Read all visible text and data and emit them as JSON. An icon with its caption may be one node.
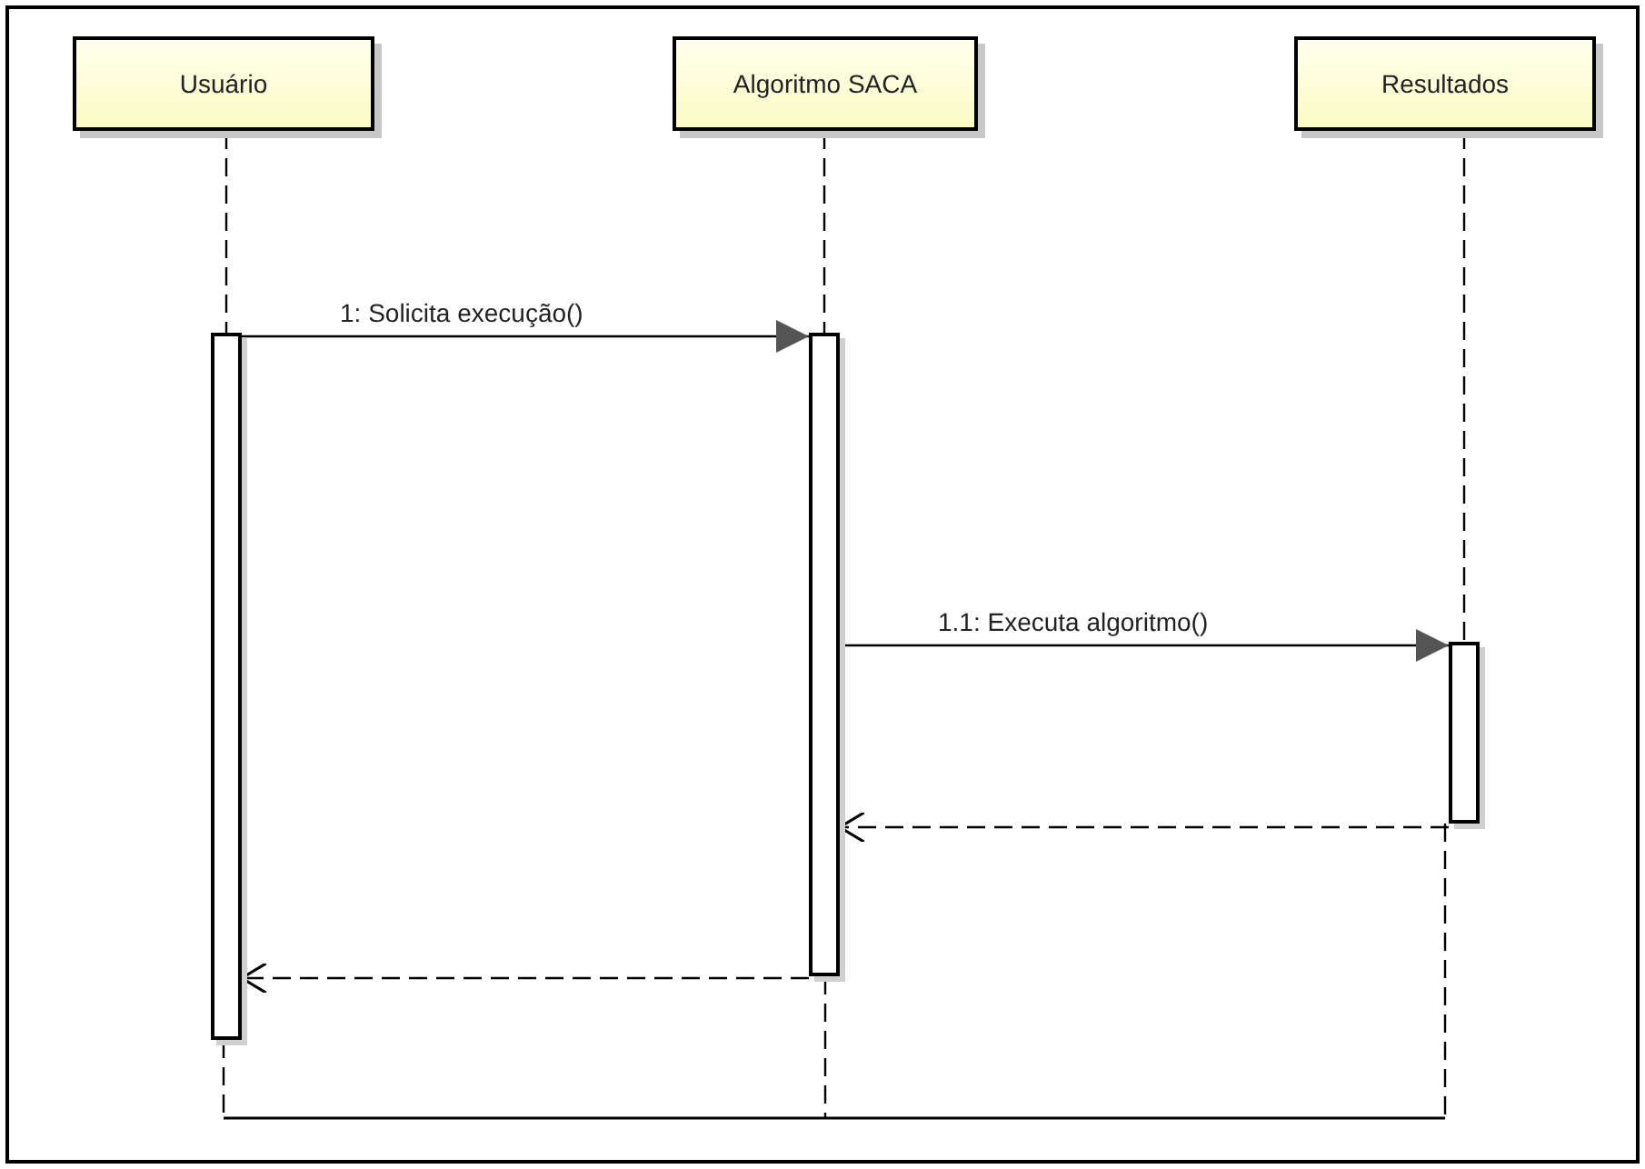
{
  "diagram": {
    "nodes": [
      {
        "text": [
          "Usuário"
        ]
      },
      {
        "text": [
          "Algoritmo SACA"
        ]
      },
      {
        "text": [
          "Resultados"
        ]
      },
      {
        "text": [],
        "shape": "bar"
      },
      {
        "text": [],
        "shape": "bar"
      },
      {
        "text": [],
        "shape": "bar"
      }
    ],
    "edges": [
      {
        "from": 3,
        "to": 4,
        "arrow": "to",
        "label": "1: Solicita execução()"
      },
      {
        "from": 4,
        "to": 5,
        "arrow": "to",
        "label": "1.1: Executa algoritmo()"
      },
      {
        "from": 5,
        "to": 4,
        "arrow": "to",
        "style": "dashed"
      },
      {
        "from": 4,
        "to": 3,
        "arrow": "to",
        "style": "dashed"
      },
      {
        "from": 0,
        "to": 3,
        "arrow": "none",
        "style": "dashed"
      },
      {
        "from": 1,
        "to": 4,
        "arrow": "none",
        "style": "dashed"
      },
      {
        "from": 2,
        "to": 5,
        "arrow": "none",
        "style": "dashed"
      }
    ]
  }
}
